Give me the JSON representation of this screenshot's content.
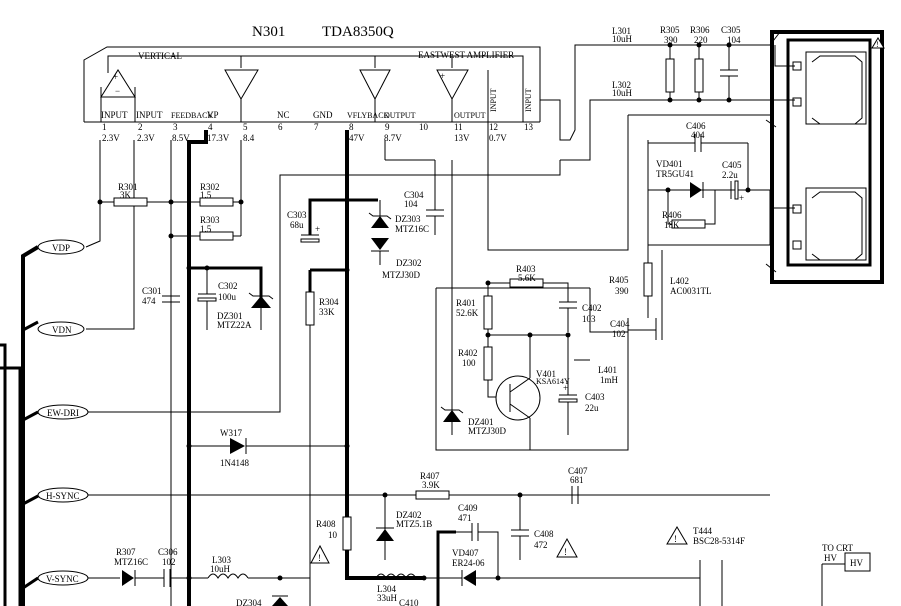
{
  "title": {
    "ref": "N301",
    "part": "TDA8350Q"
  },
  "ic": {
    "block_vertical": "VERTICAL",
    "block_eastwest": "EASTWEST  AMPLIFIER",
    "pins": [
      {
        "num": "1",
        "name": "INPUT",
        "volt": "2.3V"
      },
      {
        "num": "2",
        "name": "INPUT",
        "volt": "2.3V"
      },
      {
        "num": "3",
        "name": "FEEDBACK",
        "volt": "8.5V"
      },
      {
        "num": "4",
        "name": "VP",
        "volt": "17.3V"
      },
      {
        "num": "5",
        "name": "",
        "volt": "8.4"
      },
      {
        "num": "6",
        "name": "NC",
        "volt": ""
      },
      {
        "num": "7",
        "name": "GND",
        "volt": ""
      },
      {
        "num": "8",
        "name": "VFLYBACK",
        "volt": "47V"
      },
      {
        "num": "9",
        "name": "OUTPUT",
        "volt": "8.7V"
      },
      {
        "num": "10",
        "name": "",
        "volt": ""
      },
      {
        "num": "11",
        "name": "OUTPUT",
        "volt": "13V"
      },
      {
        "num": "12",
        "name": "INPUT",
        "volt": "0.7V"
      },
      {
        "num": "13",
        "name": "INPUT",
        "volt": ""
      }
    ]
  },
  "connectors": [
    "VDP",
    "VDN",
    "EW-DRI",
    "H-SYNC",
    "V-SYNC"
  ],
  "components": {
    "L301": {
      "ref": "L301",
      "val": "10uH"
    },
    "L302": {
      "ref": "L302",
      "val": "10uH"
    },
    "R305": {
      "ref": "R305",
      "val": "390"
    },
    "R306": {
      "ref": "R306",
      "val": "220"
    },
    "C305": {
      "ref": "C305",
      "val": "104"
    },
    "C406": {
      "ref": "C406",
      "val": "404"
    },
    "VD401": {
      "ref": "VD401",
      "val": "TR5GU41"
    },
    "C405": {
      "ref": "C405",
      "val": "2.2u"
    },
    "R406": {
      "ref": "R406",
      "val": "18K"
    },
    "R301": {
      "ref": "R301",
      "val": "3K"
    },
    "R302": {
      "ref": "R302",
      "val": "1.5"
    },
    "R303": {
      "ref": "R303",
      "val": "1.5"
    },
    "C304": {
      "ref": "C304",
      "val": "104"
    },
    "C303": {
      "ref": "C303",
      "val": "68u"
    },
    "DZ303": {
      "ref": "DZ303",
      "val": "MTZ16C"
    },
    "DZ302": {
      "ref": "DZ302",
      "val": "MTZJ30D"
    },
    "C301": {
      "ref": "C301",
      "val": "474"
    },
    "C302": {
      "ref": "C302",
      "val": "100u"
    },
    "DZ301": {
      "ref": "DZ301",
      "val": "MTZ22A"
    },
    "R304": {
      "ref": "R304",
      "val": "33K"
    },
    "R403": {
      "ref": "R403",
      "val": "5.6K"
    },
    "R405": {
      "ref": "R405",
      "val": "390"
    },
    "L402": {
      "ref": "L402",
      "val": "AC0031TL"
    },
    "R401": {
      "ref": "R401",
      "val": "52.6K"
    },
    "C402": {
      "ref": "C402",
      "val": "103"
    },
    "C404": {
      "ref": "C404",
      "val": "102"
    },
    "R402": {
      "ref": "R402",
      "val": "100"
    },
    "V401": {
      "ref": "V401",
      "val": "KSA614Y"
    },
    "L401": {
      "ref": "L401",
      "val": "1mH"
    },
    "C403": {
      "ref": "C403",
      "val": "22u"
    },
    "DZ401": {
      "ref": "DZ401",
      "val": "MTZJ30D"
    },
    "W317": {
      "ref": "W317",
      "val": "1N4148"
    },
    "R407": {
      "ref": "R407",
      "val": "3.9K"
    },
    "C407": {
      "ref": "C407",
      "val": "681"
    },
    "R408": {
      "ref": "R408",
      "val": "10"
    },
    "DZ402": {
      "ref": "DZ402",
      "val": "MTZ5.1B"
    },
    "C409": {
      "ref": "C409",
      "val": "471"
    },
    "C408": {
      "ref": "C408",
      "val": "472"
    },
    "VD407": {
      "ref": "VD407",
      "val": "ER24-06"
    },
    "T444": {
      "ref": "T444",
      "val": "BSC28-5314F"
    },
    "R307": {
      "ref": "R307",
      "val": "MTZ16C"
    },
    "C306": {
      "ref": "C306",
      "val": "102"
    },
    "L303": {
      "ref": "L303",
      "val": "10uH"
    },
    "L304": {
      "ref": "L304",
      "val": "33uH"
    },
    "DZ304": {
      "ref": "DZ304"
    },
    "C410": {
      "ref": "C410"
    }
  },
  "crt": {
    "label": "TO  CRT",
    "hv": "HV"
  }
}
